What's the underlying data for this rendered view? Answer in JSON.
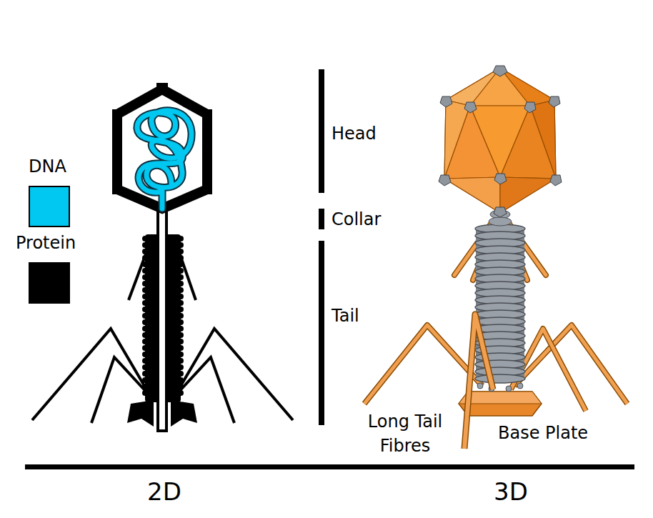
{
  "diagram": {
    "labels": [
      "Head",
      "Collar",
      "Tail",
      "Long Tail Fibres",
      "Base Plate",
      "2D",
      "3D"
    ],
    "legend": [
      {
        "text": "DNA",
        "color": "#00c8f0"
      },
      {
        "text": "Protein",
        "color": "#000000"
      }
    ]
  }
}
